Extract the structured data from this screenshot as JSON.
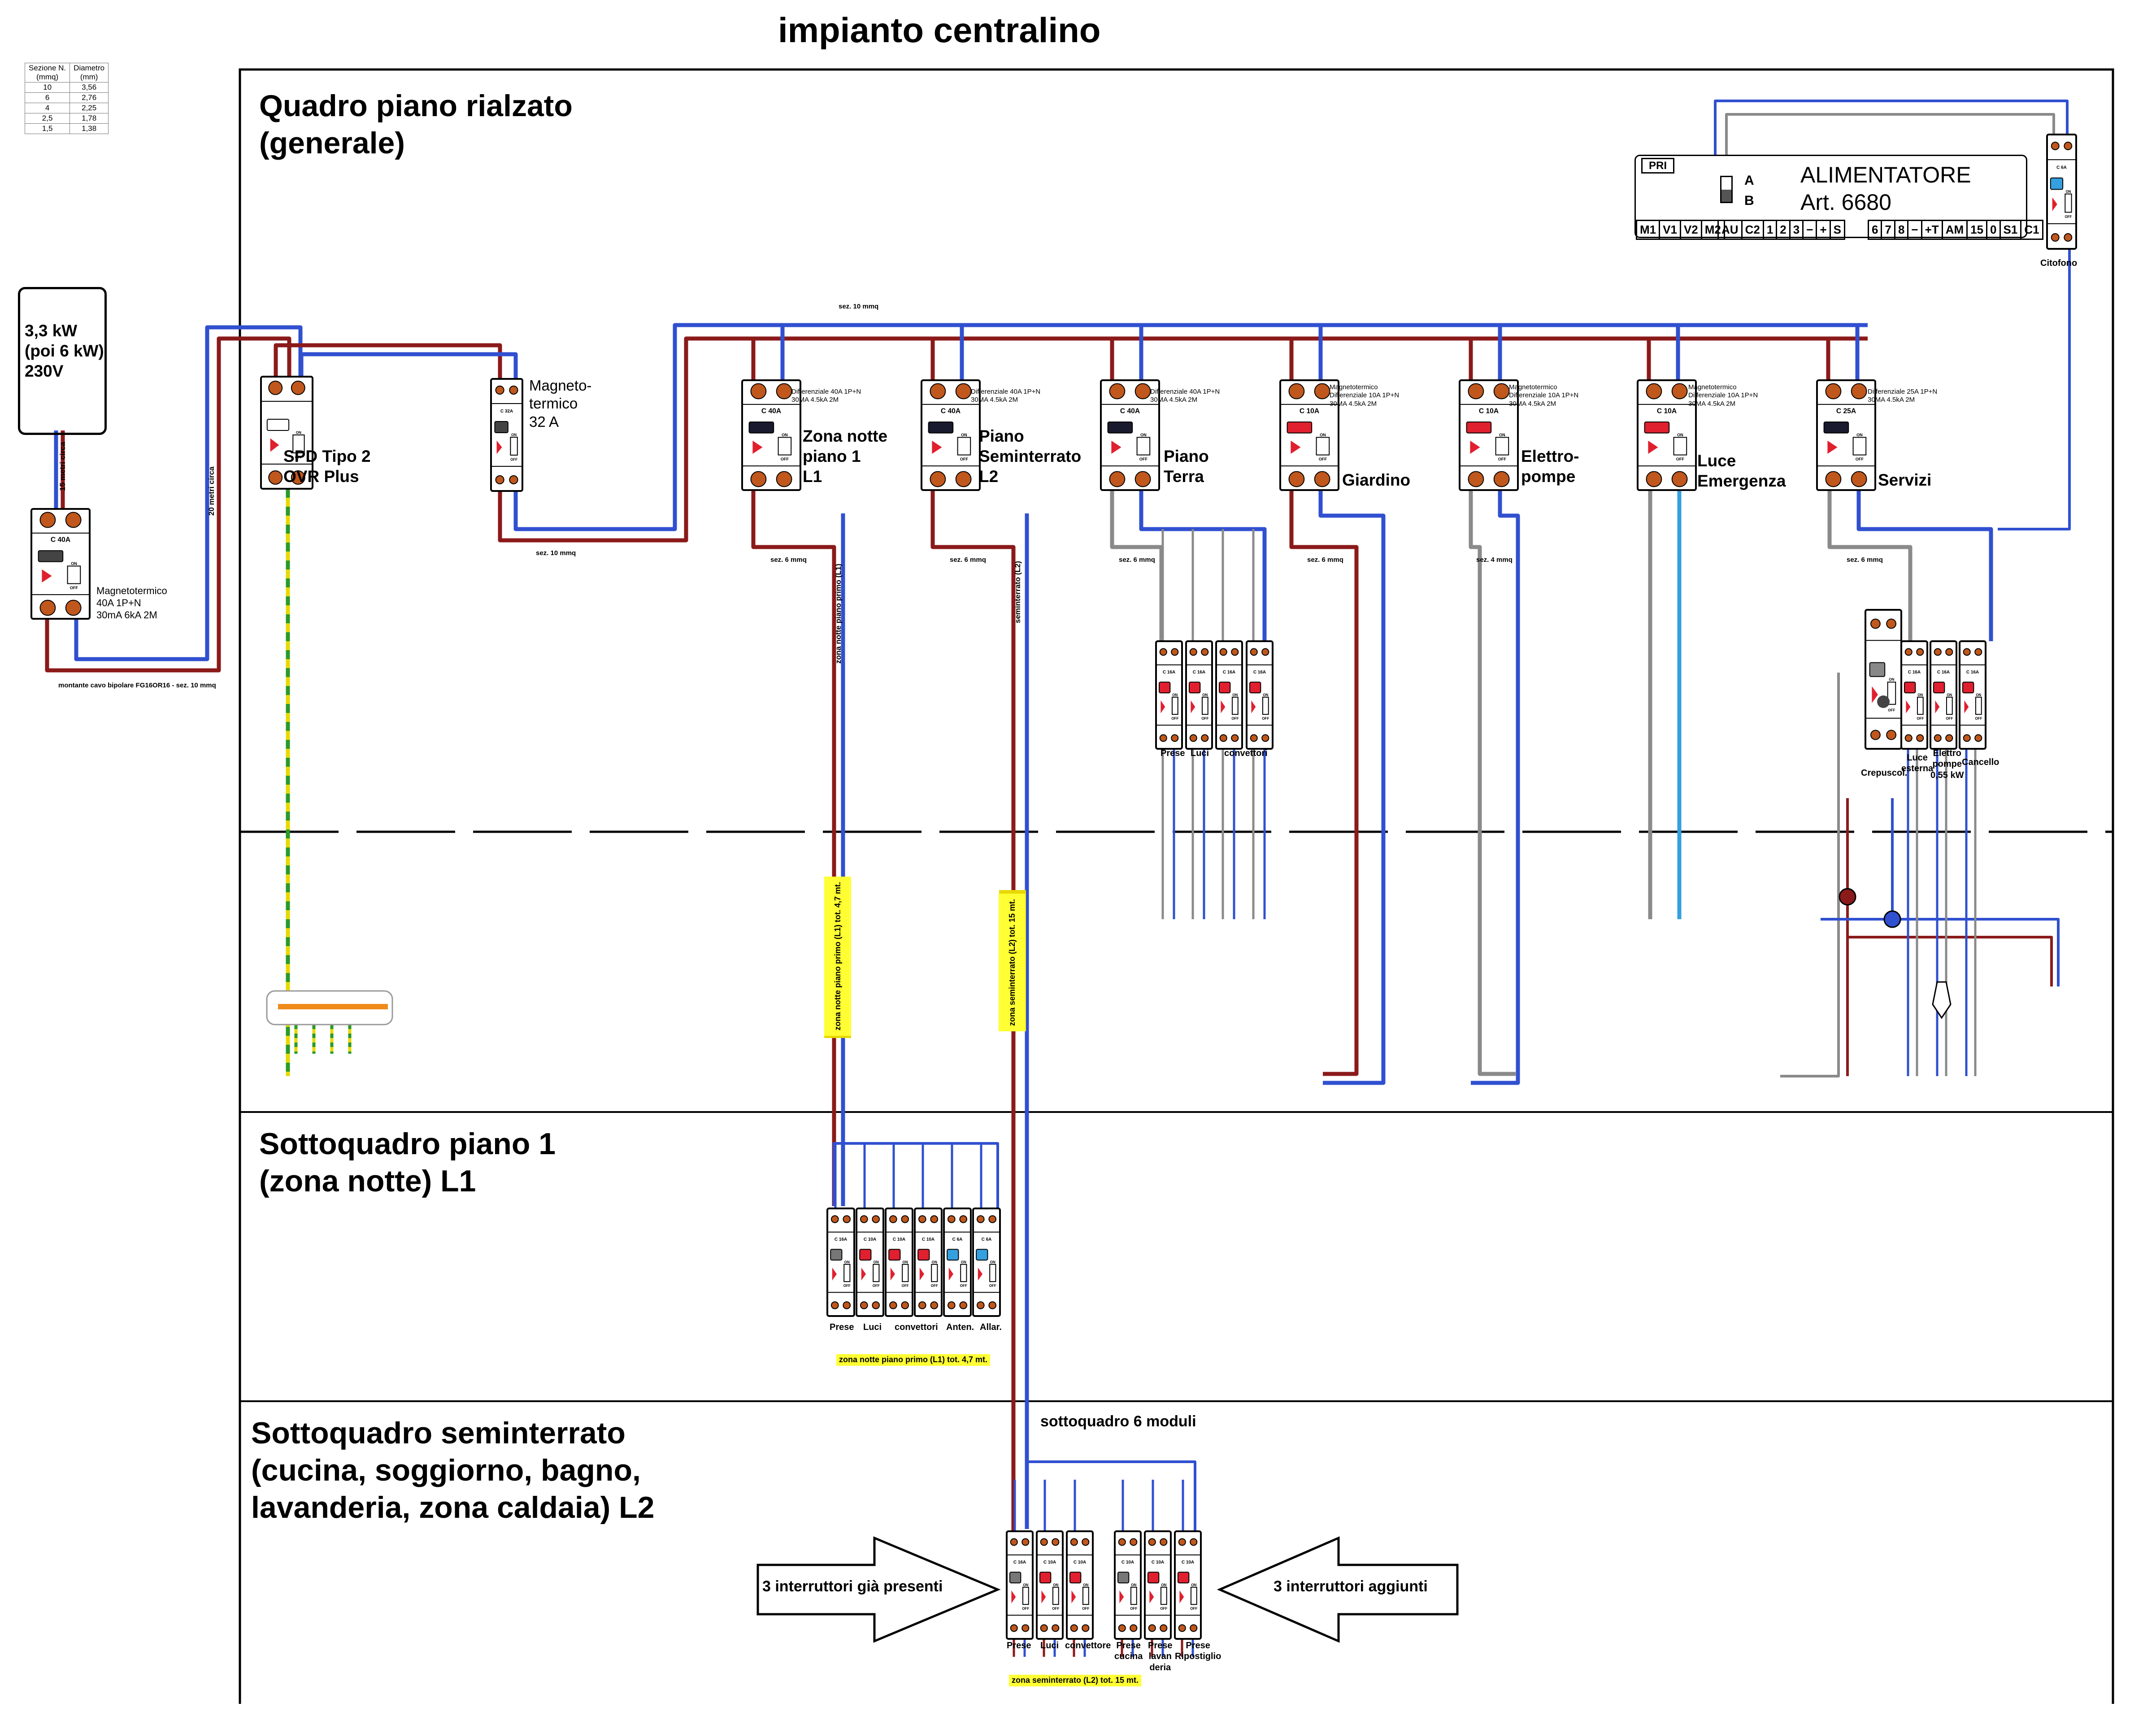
{
  "title": "impianto centralino",
  "sections": {
    "main": "Quadro piano rialzato\n(generale)",
    "sub1": "Sottoquadro piano 1\n(zona notte) L1",
    "sub2": "Sottoquadro seminterrato\n(cucina, soggiorno, bagno,\nlavanderia, zona caldaia) L2"
  },
  "section_table": {
    "headers": [
      "Sezione N.\n(mmq)",
      "Diametro\n(mm)"
    ],
    "rows": [
      [
        "10",
        "3,56"
      ],
      [
        "6",
        "2,76"
      ],
      [
        "4",
        "2,25"
      ],
      [
        "2,5",
        "1,78"
      ],
      [
        "1,5",
        "1,38"
      ]
    ]
  },
  "supply": {
    "label": "3,3 kW\n(poi 6 kW)\n230V",
    "cable_note": "15 metri circa",
    "vertical_note": "20 metri circa",
    "breaker_rating": "C 40A",
    "breaker_label": "Magnetotermico\n40A 1P+N\n30mA 6kA 2M",
    "riser_label": "montante cavo bipolare FG16OR16 - sez. 10 mmq"
  },
  "spd": {
    "label": "SPD Tipo 2\nOVR Plus"
  },
  "main_breaker": {
    "label": "Magneto-\ntermico\n32 A",
    "rating": "C 32A",
    "cable": "sez. 10 mmq"
  },
  "bus": {
    "section": "sez. 10 mmq"
  },
  "rcbos": [
    {
      "name": "Zona notte\npiano 1\nL1",
      "rating": "C 40A",
      "spec": "Differenziale 40A 1P+N\n30MA 4.5kA 2M",
      "cable": "sez. 6 mmq",
      "btn": "#1a1a2e"
    },
    {
      "name": "Piano\nSeminterrato\nL2",
      "rating": "C 40A",
      "spec": "Differenziale 40A 1P+N\n30MA 4.5kA 2M",
      "cable": "sez. 6 mmq",
      "btn": "#1a1a2e"
    },
    {
      "name": "Piano\nTerra",
      "rating": "C 40A",
      "spec": "Differenziale 40A 1P+N\n30MA 4.5kA 2M",
      "cable": "sez. 6 mmq",
      "btn": "#1a1a2e"
    },
    {
      "name": "Giardino",
      "rating": "C 10A",
      "spec": "Magnetotermico\nDifferenziale 10A 1P+N\n30MA 4.5kA 2M",
      "cable": "sez. 6 mmq",
      "btn": "#e0202e"
    },
    {
      "name": "Elettro-\npompe",
      "rating": "C 10A",
      "spec": "Magnetotermico\nDifferenziale 10A 1P+N\n30MA 4.5kA 2M",
      "cable": "sez. 4 mmq",
      "btn": "#e0202e"
    },
    {
      "name": "Luce\nEmergenza",
      "rating": "C 10A",
      "spec": "Magnetotermico\nDifferenziale 10A 1P+N\n30MA 4.5kA 2M",
      "cable": "",
      "btn": "#e0202e"
    },
    {
      "name": "Servizi",
      "rating": "C 25A",
      "spec": "Differenziale 25A 1P+N\n30MA 4.5kA 2M",
      "cable": "sez. 6 mmq",
      "btn": "#1a1a2e"
    }
  ],
  "power_supply": {
    "pri": "PRI",
    "a": "A",
    "b": "B",
    "title": "ALIMENTATORE\nArt. 6680",
    "terminals_left": [
      "M1",
      "V1",
      "V2",
      "M2"
    ],
    "terminals_mid": [
      "AU",
      "C2",
      "1",
      "2",
      "3",
      "−",
      "+",
      "S"
    ],
    "terminals_right": [
      "6",
      "7",
      "8",
      "−",
      "+T",
      "AM",
      "15",
      "0",
      "S1",
      "C1"
    ]
  },
  "citofono": {
    "label": "Citofono",
    "rating": "C 6A"
  },
  "piano_terra_group": {
    "labels": [
      "Prese",
      "Luci",
      "convettori"
    ],
    "rating": "C 16A"
  },
  "servizi_group": {
    "crepuscolare": "Crepuscol.",
    "labels": [
      "Luce\nesterna",
      "Elettro\npompe\n0,55 kW",
      "Cancello"
    ],
    "rating": "C 16A"
  },
  "l1": {
    "vertical_label": "zona notte piano primo (L1)",
    "highlight": "zona notte piano primo (L1)  tot. 4,7 mt.",
    "labels": [
      "Prese",
      "Luci",
      "convettori",
      "Anten.",
      "Allar."
    ],
    "footer": "zona notte piano primo (L1)  tot. 4,7 mt."
  },
  "l2": {
    "vertical_label": "seminterrato (L2)",
    "highlight": "zona seminterrato (L2)  tot. 15 mt.",
    "title": "sottoquadro 6 moduli",
    "labels_existing": [
      "Prese",
      "Luci",
      "convettore"
    ],
    "labels_added": [
      "Prese\ncucina",
      "Prese\nlavan\nderia",
      "Prese\nRipostiglio"
    ],
    "footer": "zona seminterrato (L2)  tot. 15 mt.",
    "arrow_left": "3 interruttori già presenti",
    "arrow_right": "3 interruttori  aggiunti"
  },
  "colors": {
    "phase": "#8b1a1a",
    "neutral": "#3050d0",
    "earth_yellow": "#e8d800",
    "earth_green": "#2a9a2a",
    "bar": "#f08a1a",
    "grey_wire": "#8a8a8a",
    "light_blue": "#35a0e0"
  }
}
